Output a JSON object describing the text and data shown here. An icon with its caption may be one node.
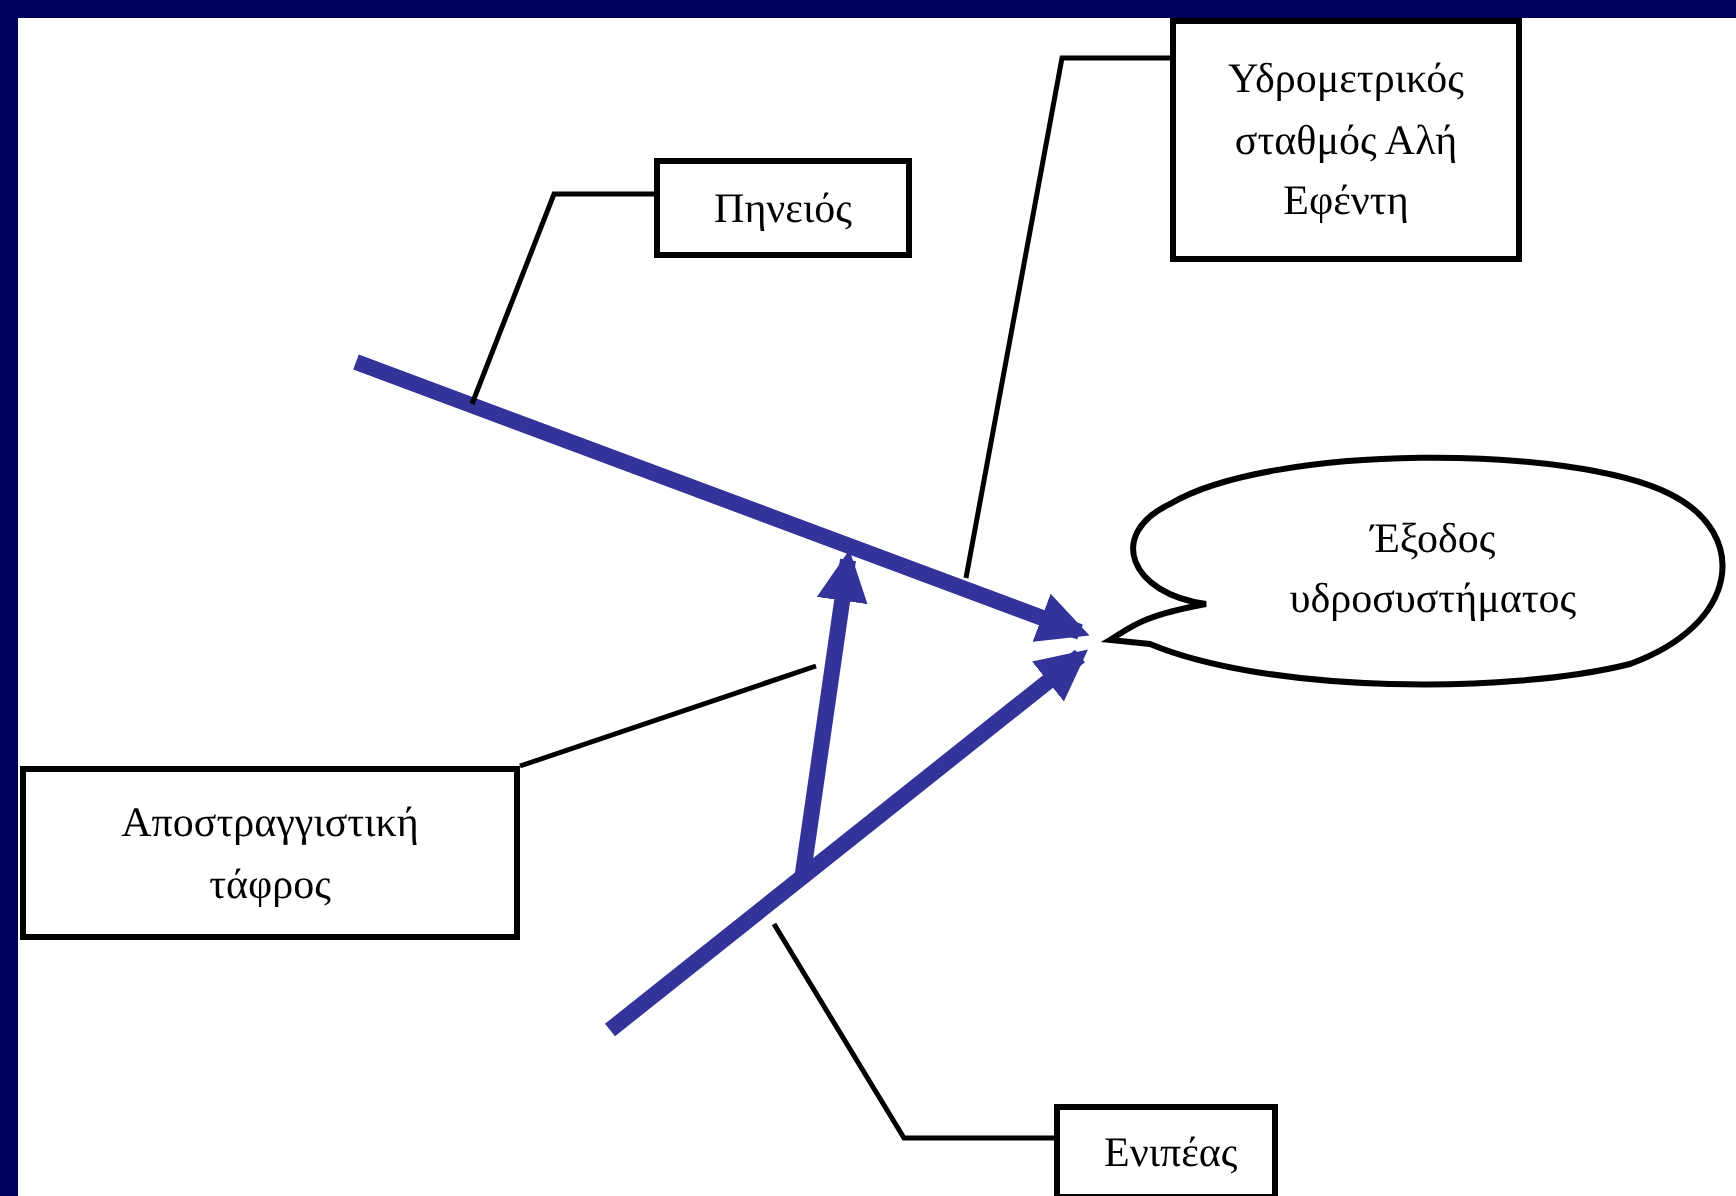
{
  "diagram": {
    "nodes": [
      {
        "text": [
          "Πηνειός"
        ]
      },
      {
        "text": [
          "Υδρομετρικός σταθμός Αλή Εφέντη"
        ]
      },
      {
        "text": [
          "Έξοδος υδροσυστήματος"
        ]
      },
      {
        "text": [
          "Αποστραγγιστική τάφρος"
        ]
      },
      {
        "text": [
          "Ενιπέας"
        ]
      }
    ],
    "edges": [
      {
        "from": 0,
        "to": null,
        "arrow": "none"
      },
      {
        "from": 1,
        "to": null,
        "arrow": "none"
      },
      {
        "from": 3,
        "to": null,
        "arrow": "none"
      },
      {
        "from": 4,
        "to": null,
        "arrow": "none"
      }
    ]
  }
}
